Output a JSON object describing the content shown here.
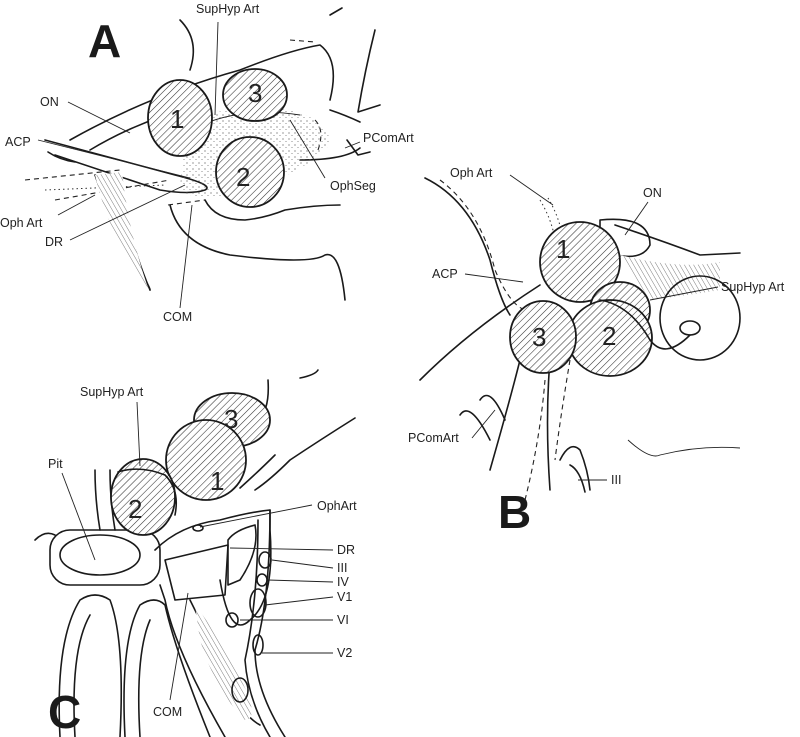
{
  "figure": {
    "panels": [
      {
        "letter": "A",
        "segments": [
          "1",
          "2",
          "3"
        ],
        "labels": {
          "sup_hyp_art": "SupHyp Art",
          "on": "ON",
          "acp": "ACP",
          "pcom_art": "PComArt",
          "oph_seg": "OphSeg",
          "oph_art": "Oph Art",
          "dr": "DR",
          "com": "COM"
        }
      },
      {
        "letter": "B",
        "segments": [
          "1",
          "2",
          "3"
        ],
        "labels": {
          "oph_art": "Oph Art",
          "on": "ON",
          "acp": "ACP",
          "sup_hyp_art": "SupHyp Art",
          "pcom_art": "PComArt",
          "iii": "III"
        }
      },
      {
        "letter": "C",
        "segments": [
          "1",
          "2",
          "3"
        ],
        "labels": {
          "sup_hyp_art": "SupHyp Art",
          "pit": "Pit",
          "oph_art": "OphArt",
          "dr": "DR",
          "iii": "III",
          "iv": "IV",
          "v1": "V1",
          "vi": "VI",
          "v2": "V2",
          "com": "COM"
        }
      }
    ]
  }
}
